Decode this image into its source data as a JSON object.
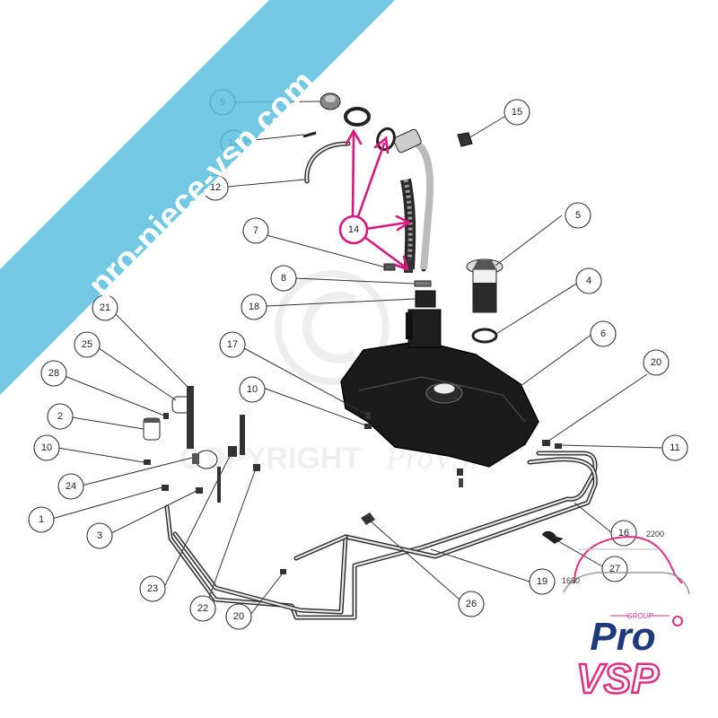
{
  "watermark": {
    "banner_text": "pro-piece-vsp.com",
    "banner_color": "#5bc0de",
    "copyright_text": "COPYRIGHT",
    "copyright_script": "ProVSP"
  },
  "callouts": [
    {
      "id": "c9",
      "label": "9"
    },
    {
      "id": "c13",
      "label": "13"
    },
    {
      "id": "c12",
      "label": "12"
    },
    {
      "id": "c14",
      "label": "14"
    },
    {
      "id": "c15",
      "label": "15"
    },
    {
      "id": "c5",
      "label": "5"
    },
    {
      "id": "c7",
      "label": "7"
    },
    {
      "id": "c8",
      "label": "8"
    },
    {
      "id": "c18",
      "label": "18"
    },
    {
      "id": "c4",
      "label": "4"
    },
    {
      "id": "c21",
      "label": "21"
    },
    {
      "id": "c6",
      "label": "6"
    },
    {
      "id": "c25",
      "label": "25"
    },
    {
      "id": "c17",
      "label": "17"
    },
    {
      "id": "c28",
      "label": "28"
    },
    {
      "id": "c20a",
      "label": "20"
    },
    {
      "id": "c10a",
      "label": "10"
    },
    {
      "id": "c2",
      "label": "2"
    },
    {
      "id": "c11",
      "label": "11"
    },
    {
      "id": "c10b",
      "label": "10"
    },
    {
      "id": "c24",
      "label": "24"
    },
    {
      "id": "c1",
      "label": "1"
    },
    {
      "id": "c3",
      "label": "3"
    },
    {
      "id": "c16",
      "label": "16"
    },
    {
      "id": "c27",
      "label": "27"
    },
    {
      "id": "c19",
      "label": "19"
    },
    {
      "id": "c23",
      "label": "23"
    },
    {
      "id": "c26",
      "label": "26"
    },
    {
      "id": "c22",
      "label": "22"
    },
    {
      "id": "c20b",
      "label": "20"
    }
  ],
  "logo": {
    "group_text": "GROUP",
    "word1": "Pro",
    "word2": "VSP",
    "dim1": "2200",
    "dim2": "1650",
    "primary_color": "#1f3a7a",
    "accent_color": "#e0307f"
  },
  "colors": {
    "highlight": "#d6197a",
    "tank": "#1b1b1b",
    "line": "#333333"
  }
}
